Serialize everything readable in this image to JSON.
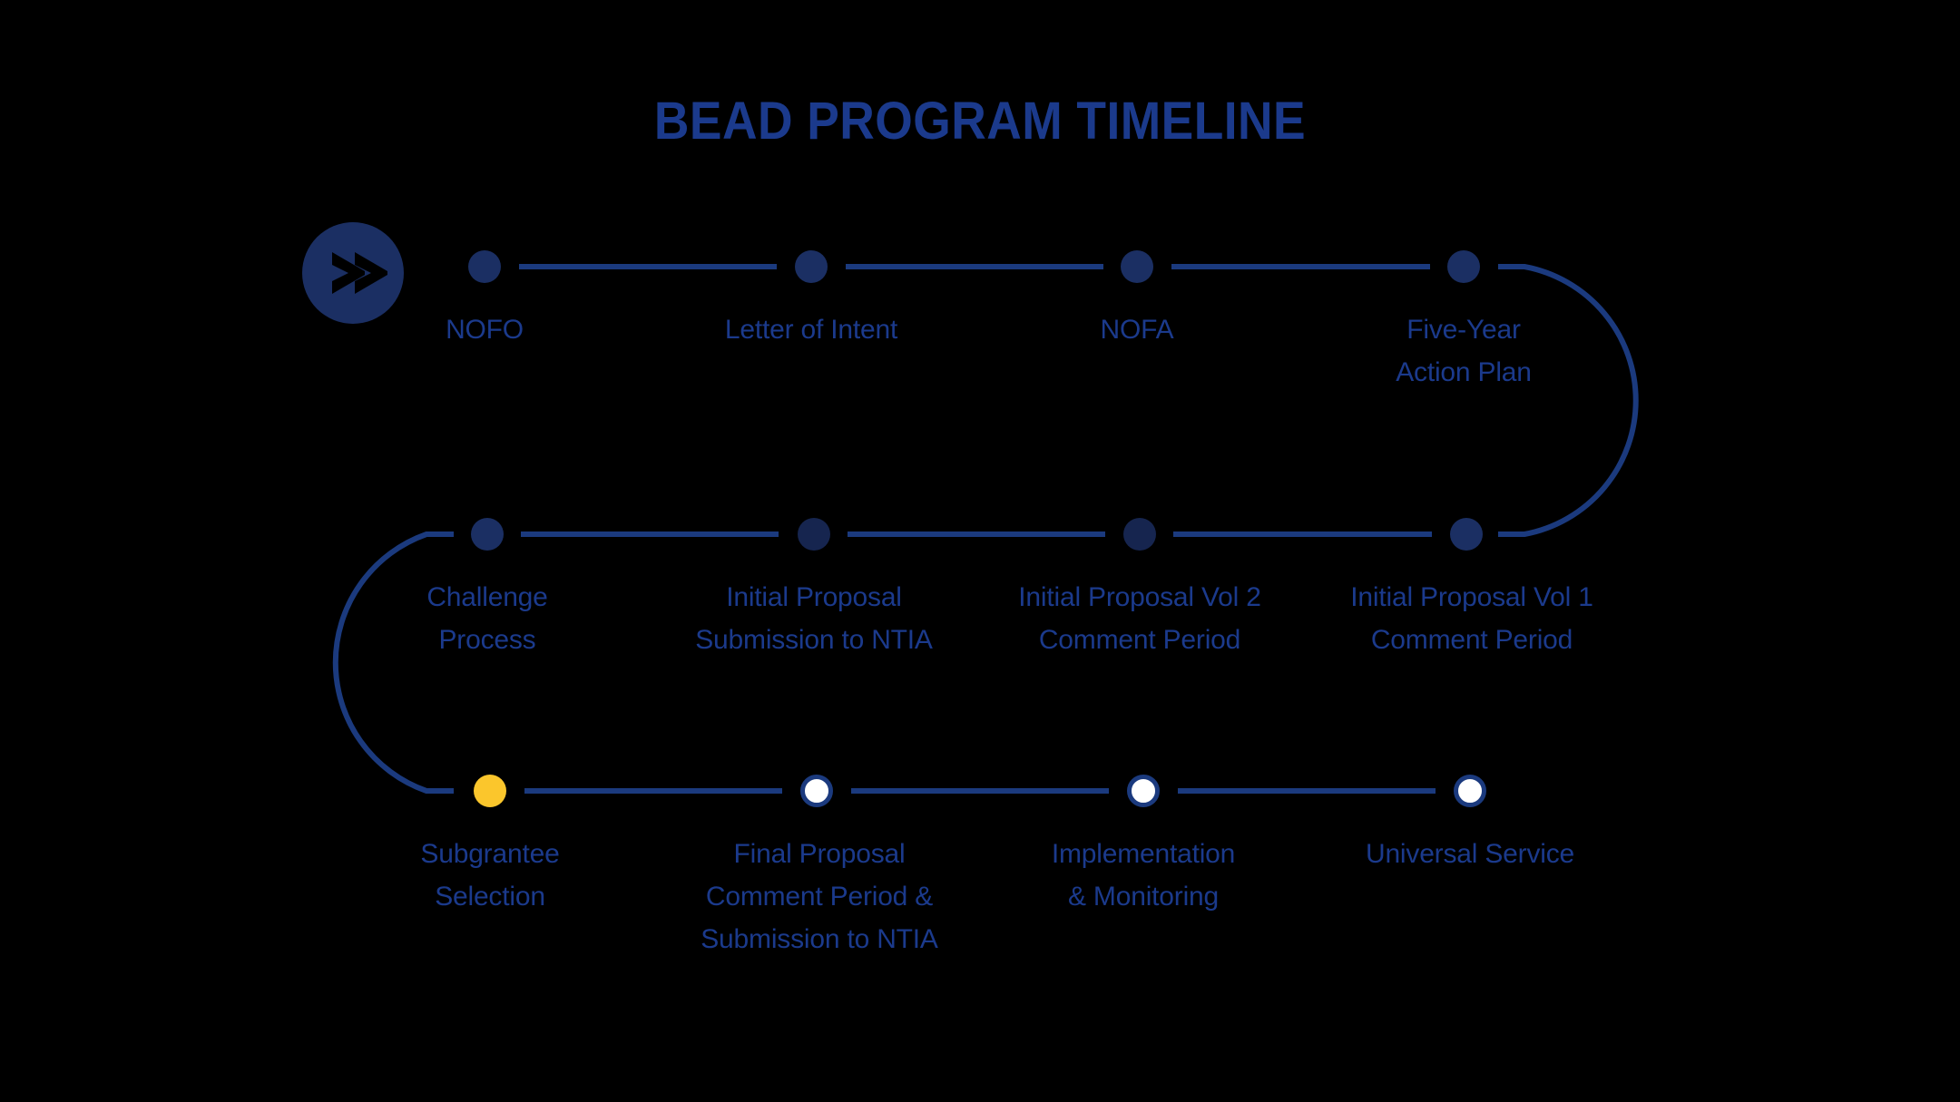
{
  "page": {
    "title": "BEAD PROGRAM TIMELINE",
    "background_color": "#000000"
  },
  "colors": {
    "title": "#1B3A8C",
    "label_text": "#1B3A8C",
    "connector_line": "#1B3A7E",
    "node_past": "#1B2F63",
    "node_current": "#FBC62C",
    "node_future_fill": "#FFFFFF",
    "node_future_ring": "#1B3A7E",
    "start_badge": "#1B2F63"
  },
  "start_badge": {
    "icon": "double-chevron-right-icon",
    "label": "Start"
  },
  "chart_data": {
    "type": "timeline",
    "title": "BEAD PROGRAM TIMELINE",
    "layout": "serpentine",
    "rows": 3,
    "nodes_per_row": 4,
    "legend": {
      "past": "completed milestone (solid navy)",
      "current": "current milestone (solid yellow)",
      "future": "upcoming milestone (hollow white)"
    },
    "milestones": [
      {
        "order": 1,
        "label": "NOFO",
        "row": 1,
        "column": 1,
        "state": "past"
      },
      {
        "order": 2,
        "label": "Letter of Intent",
        "row": 1,
        "column": 2,
        "state": "past"
      },
      {
        "order": 3,
        "label": "NOFA",
        "row": 1,
        "column": 3,
        "state": "past"
      },
      {
        "order": 4,
        "label": "Five-Year\nAction Plan",
        "row": 1,
        "column": 4,
        "state": "past"
      },
      {
        "order": 5,
        "label": "Initial Proposal Vol 1\nComment Period",
        "row": 2,
        "column": 4,
        "state": "past"
      },
      {
        "order": 6,
        "label": "Initial Proposal Vol 2\nComment Period",
        "row": 2,
        "column": 3,
        "state": "past"
      },
      {
        "order": 7,
        "label": "Initial Proposal\nSubmission to NTIA",
        "row": 2,
        "column": 2,
        "state": "past"
      },
      {
        "order": 8,
        "label": "Challenge\nProcess",
        "row": 2,
        "column": 1,
        "state": "past"
      },
      {
        "order": 9,
        "label": "Subgrantee\nSelection",
        "row": 3,
        "column": 1,
        "state": "current"
      },
      {
        "order": 10,
        "label": "Final Proposal\nComment Period &\nSubmission to NTIA",
        "row": 3,
        "column": 2,
        "state": "future"
      },
      {
        "order": 11,
        "label": "Implementation\n& Monitoring",
        "row": 3,
        "column": 3,
        "state": "future"
      },
      {
        "order": 12,
        "label": "Universal Service",
        "row": 3,
        "column": 4,
        "state": "future"
      }
    ]
  },
  "rows": {
    "row1": {
      "nodes": [
        {
          "label": "NOFO"
        },
        {
          "label": "Letter of Intent"
        },
        {
          "label": "NOFA"
        },
        {
          "label": "Five-Year\nAction Plan"
        }
      ]
    },
    "row2": {
      "nodes": [
        {
          "label": "Challenge\nProcess"
        },
        {
          "label": "Initial Proposal\nSubmission to NTIA"
        },
        {
          "label": "Initial Proposal Vol 2\nComment Period"
        },
        {
          "label": "Initial Proposal Vol 1\nComment Period"
        }
      ]
    },
    "row3": {
      "nodes": [
        {
          "label": "Subgrantee\nSelection"
        },
        {
          "label": "Final Proposal\nComment Period &\nSubmission to NTIA"
        },
        {
          "label": "Implementation\n& Monitoring"
        },
        {
          "label": "Universal Service"
        }
      ]
    }
  }
}
